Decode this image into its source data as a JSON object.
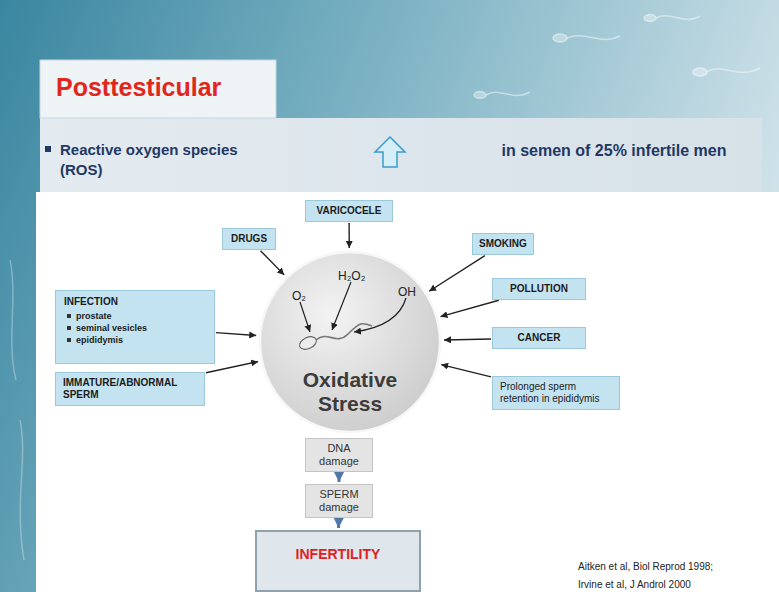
{
  "diagram": {
    "title": "Posttesticular",
    "nodes": [
      {
        "text": [
          "Reactive oxygen species (ROS)",
          "in semen of 25% infertile men"
        ]
      },
      {
        "text": [
          "VARICOCELE"
        ]
      },
      {
        "text": [
          "DRUGS"
        ]
      },
      {
        "text": [
          "SMOKING"
        ]
      },
      {
        "text": [
          "POLLUTION"
        ]
      },
      {
        "text": [
          "INFECTION",
          "prostate",
          "seminal vesicles",
          "epididymis"
        ]
      },
      {
        "text": [
          "O₂",
          "H₂O₂",
          "OH",
          "Oxidative Stress"
        ]
      },
      {
        "text": [
          "CANCER"
        ]
      },
      {
        "text": [
          "IMMATURE/ABNORMAL SPERM"
        ]
      },
      {
        "text": [
          "Prolonged sperm retention in epididymis"
        ]
      },
      {
        "text": [
          "DNA damage"
        ]
      },
      {
        "text": [
          "SPERM damage"
        ]
      },
      {
        "text": [
          "INFERTILITY"
        ]
      }
    ],
    "edges": [
      {
        "from": 1,
        "to": 6,
        "arrow": "to"
      },
      {
        "from": 2,
        "to": 6,
        "arrow": "to"
      },
      {
        "from": 3,
        "to": 6,
        "arrow": "to"
      },
      {
        "from": 4,
        "to": 6,
        "arrow": "to"
      },
      {
        "from": 5,
        "to": 6,
        "arrow": "to"
      },
      {
        "from": 7,
        "to": 6,
        "arrow": "to"
      },
      {
        "from": 8,
        "to": 6,
        "arrow": "to"
      },
      {
        "from": 9,
        "to": 6,
        "arrow": "to"
      },
      {
        "from": 10,
        "to": 11,
        "arrow": "to"
      },
      {
        "from": 11,
        "to": 12,
        "arrow": "to"
      }
    ],
    "labels": [
      "Aitken et al, Biol Reprod 1998;",
      "Irvine et al, J Androl 2000"
    ]
  }
}
